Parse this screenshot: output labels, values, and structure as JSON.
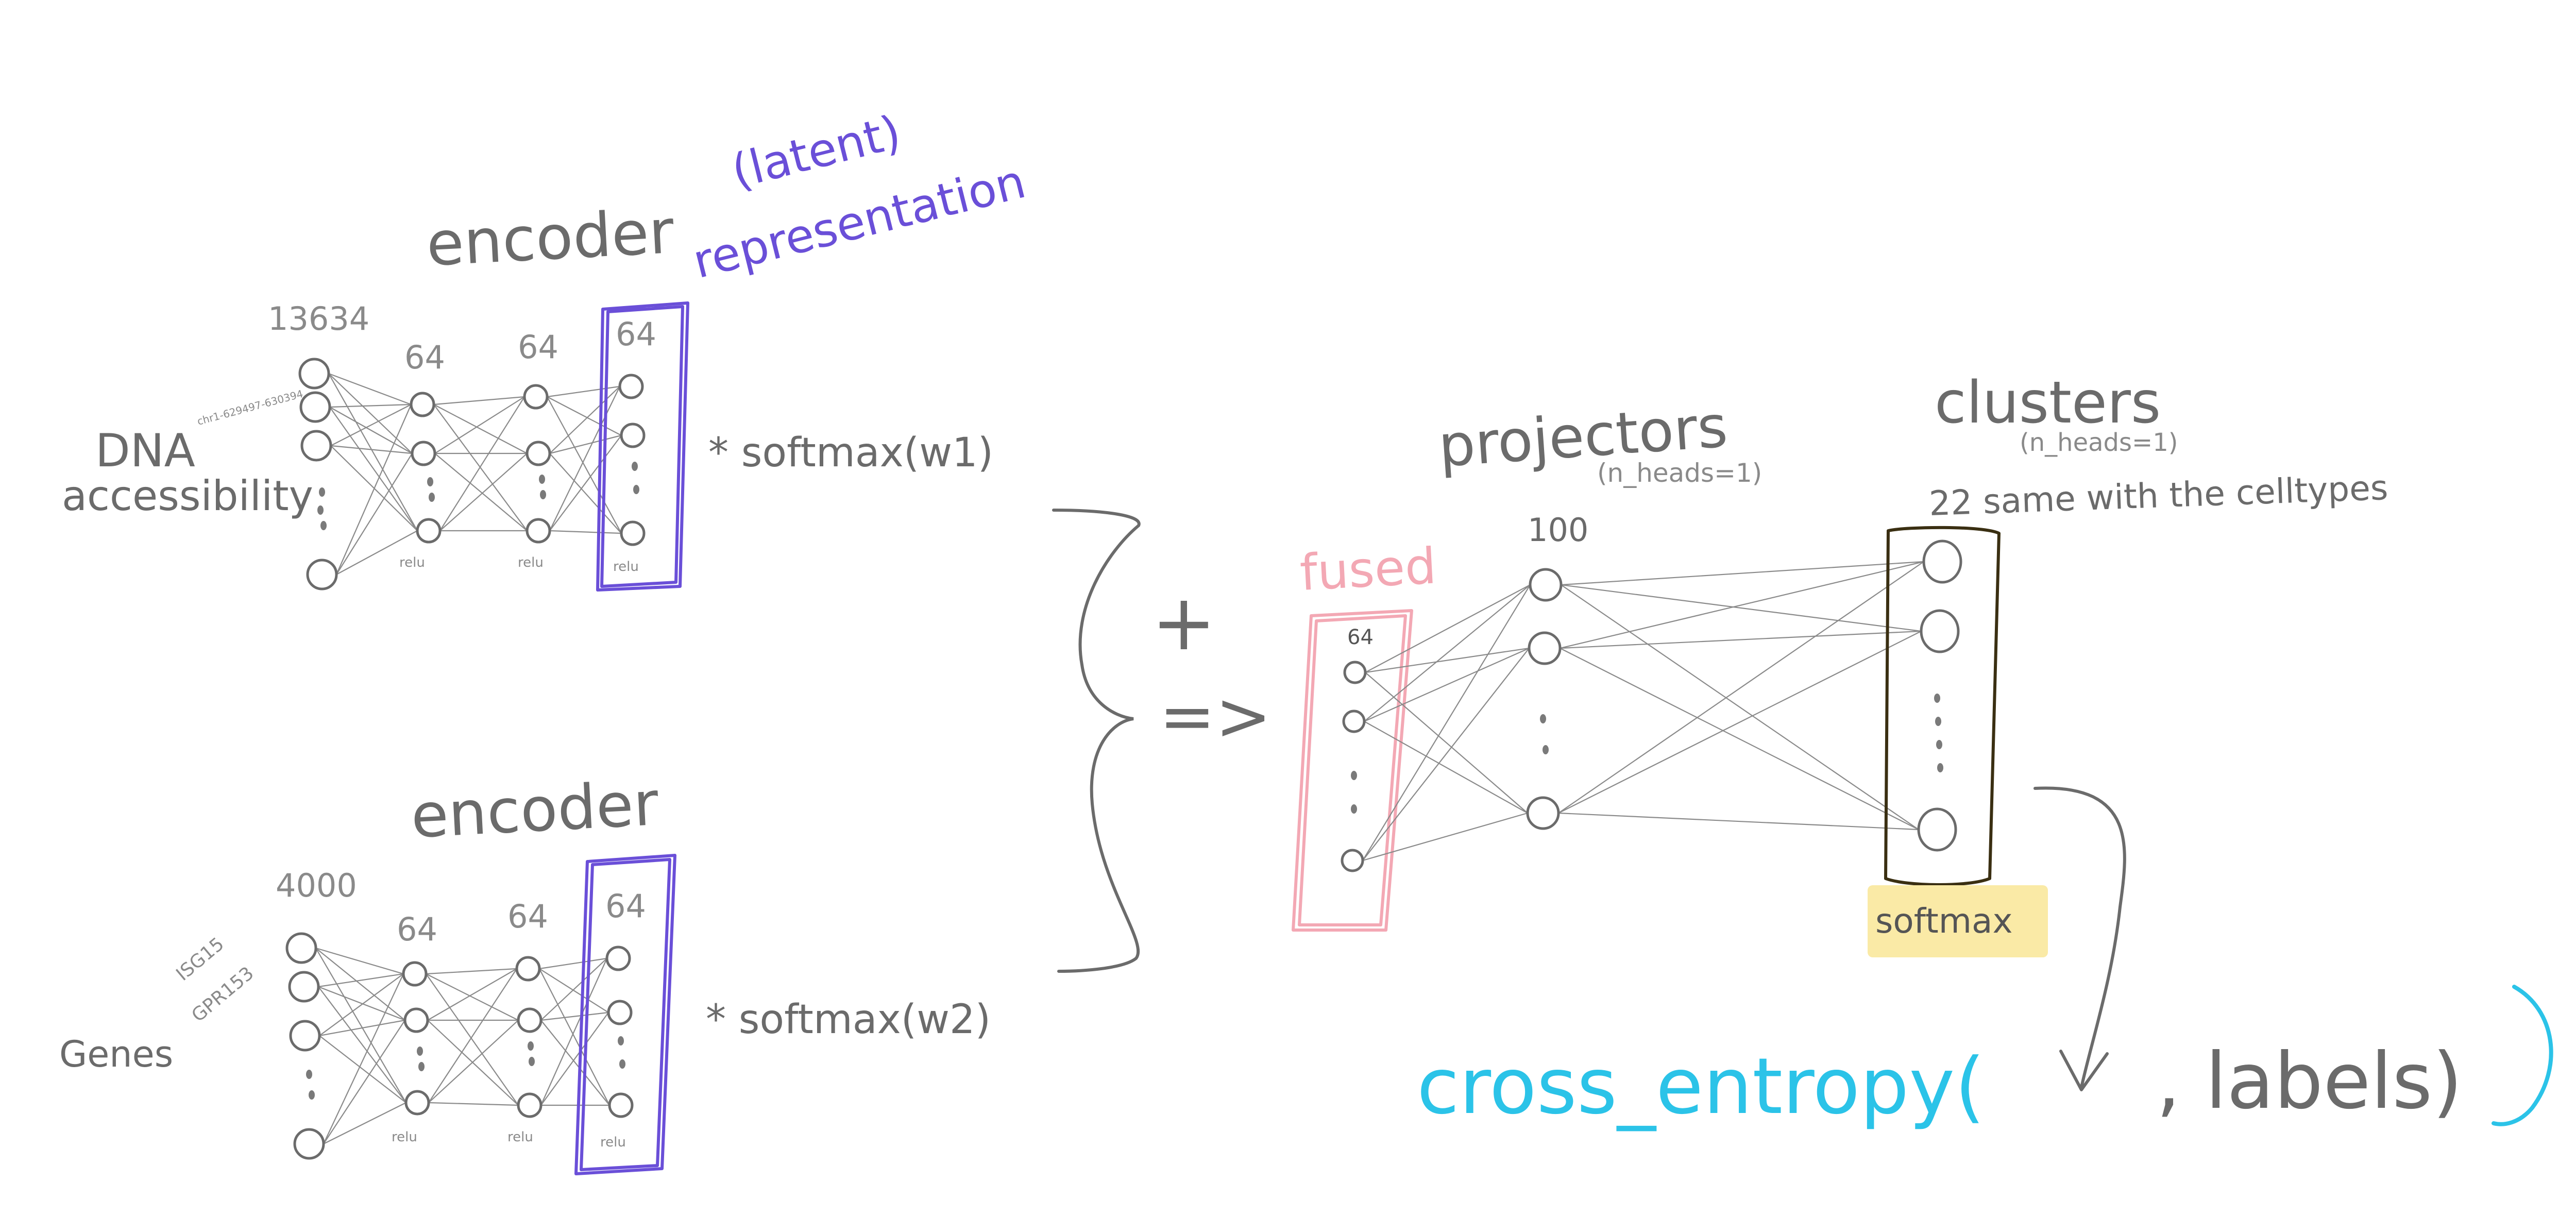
{
  "encoder_top": {
    "title": "encoder",
    "input_label": "DNA accessibility",
    "input_label_line1": "DNA",
    "input_label_line2": "accessibility",
    "input_size": "13634",
    "feature_example": "chr1-629497-630394",
    "hidden1_size": "64",
    "hidden2_size": "64",
    "latent_size": "64",
    "activation": "relu",
    "weight_label": "* softmax(w1)"
  },
  "encoder_bottom": {
    "title": "encoder",
    "input_label": "Genes",
    "input_size": "4000",
    "feature_example_1": "ISG15",
    "feature_example_2": "GPR153",
    "hidden1_size": "64",
    "hidden2_size": "64",
    "latent_size": "64",
    "activation": "relu",
    "weight_label": "* softmax(w2)"
  },
  "latent_annotation": {
    "line1": "(latent)",
    "line2": "representation",
    "color": "#6a4fd8"
  },
  "fusion": {
    "plus": "+",
    "arrow": "=>",
    "fused_label": "fused",
    "fused_size": "64",
    "fused_color": "#f3a8b4"
  },
  "projectors": {
    "title": "projectors",
    "heads": "(n_heads=1)",
    "size": "100"
  },
  "clusters": {
    "title": "clusters",
    "heads": "(n_heads=1)",
    "size_note": "22 same with the celltypes",
    "activation": "softmax",
    "activation_bg": "#faeaa6"
  },
  "loss": {
    "text_left": "cross_entropy(",
    "text_right": ", labels)",
    "color": "#2bc3e8"
  }
}
